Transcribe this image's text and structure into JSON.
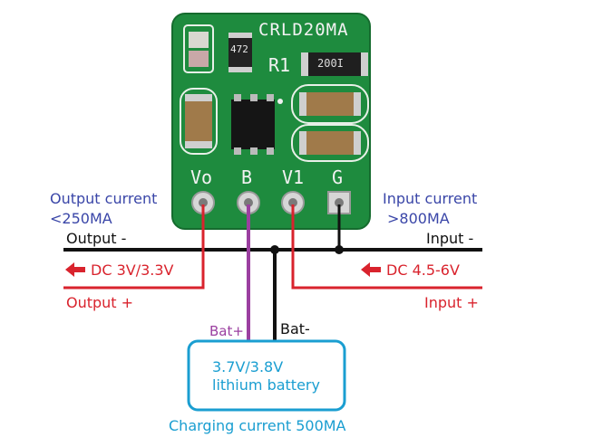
{
  "board": {
    "title": "CRLD20MA",
    "ref_r1": "R1",
    "resistor_code": "472",
    "sense_code": "200I",
    "pins": [
      "Vo",
      "B",
      "V1",
      "G"
    ],
    "pcb_color": "#1e8b3e"
  },
  "left": {
    "current_title": "Output current",
    "current_value": "<250MA",
    "rail_neg": "Output -",
    "dc_label": "DC 3V/3.3V",
    "rail_pos": "Output +"
  },
  "right": {
    "current_title": "Input current",
    "current_value": ">800MA",
    "rail_neg": "Input -",
    "dc_label": "DC 4.5-6V",
    "rail_pos": "Input +"
  },
  "battery": {
    "pos_label": "Bat+",
    "neg_label": "Bat-",
    "line1": "3.7V/3.8V",
    "line2": "lithium battery",
    "charging": "Charging current 500MA"
  },
  "colors": {
    "red": "#d9232d",
    "black": "#111111",
    "purple": "#9b3fa0",
    "blue_text": "#3a46a8",
    "teal": "#1a9ed1"
  }
}
